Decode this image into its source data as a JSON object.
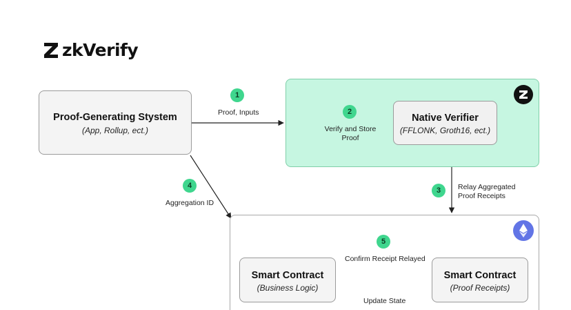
{
  "brand": {
    "name": "zkVerify"
  },
  "colors": {
    "badge": "#3fd68e",
    "verifier_panel": "#c6f6e1",
    "verifier_border": "#7fcfa8",
    "ethereum_badge": "#6275e6"
  },
  "nodes": {
    "proof_system": {
      "title": "Proof-Generating Stystem",
      "subtitle": "(App, Rollup, ect.)"
    },
    "native_verifier": {
      "title": "Native Verifier",
      "subtitle": "(FFLONK, Groth16, ect.)"
    },
    "business_contract": {
      "title": "Smart Contract",
      "subtitle": "(Business Logic)"
    },
    "receipts_contract": {
      "title": "Smart Contract",
      "subtitle": "(Proof Receipts)"
    }
  },
  "icons": {
    "zkverify_panel_icon": "zkverify-logo-icon",
    "ethereum_panel_icon": "ethereum-icon"
  },
  "steps": [
    {
      "number": "1",
      "label": "Proof, Inputs"
    },
    {
      "number": "2",
      "label_line1": "Verify and Store",
      "label_line2": "Proof"
    },
    {
      "number": "3",
      "label_line1": "Relay Aggregated",
      "label_line2": "Proof Receipts"
    },
    {
      "number": "4",
      "label": "Aggregation ID"
    },
    {
      "number": "5",
      "label": "Confirm Receipt Relayed"
    }
  ],
  "update_state_label": "Update State"
}
